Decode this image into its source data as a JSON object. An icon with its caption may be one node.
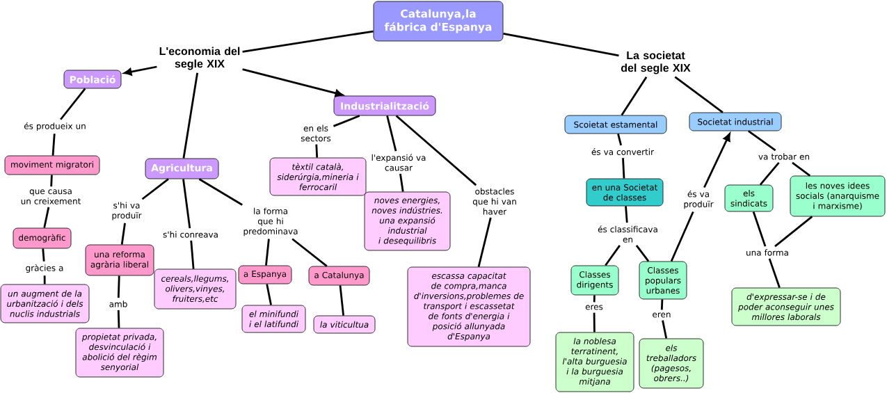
{
  "diagram": {
    "nodes": [
      {
        "text": [
          "Catalunya,la fábrica d'Espanya"
        ]
      },
      {
        "text": [
          "L'economia del segle XIX"
        ]
      },
      {
        "text": [
          "La societat del segle XIX"
        ]
      },
      {
        "text": [
          "Població"
        ]
      },
      {
        "text": [
          "Industrialització"
        ]
      },
      {
        "text": [
          "és produeix un"
        ]
      },
      {
        "text": [
          "moviment migratori"
        ]
      },
      {
        "text": [
          "Agricultura"
        ]
      },
      {
        "text": [
          "que causa un creixement"
        ]
      },
      {
        "text": [
          "demogràfic"
        ]
      },
      {
        "text": [
          "gràcies a"
        ]
      },
      {
        "text": [
          "un augment de la urbanització i dels nuclis industrials"
        ]
      },
      {
        "text": [
          "s'hi va produïr"
        ]
      },
      {
        "text": [
          "una reforma agrària liberal"
        ]
      },
      {
        "text": [
          "amb"
        ]
      },
      {
        "text": [
          "propietat privada, desvinculació i abolició del règim senyorial"
        ]
      },
      {
        "text": [
          "s'hi conreava"
        ]
      },
      {
        "text": [
          "cereals,llegums, olivers,vinyes, fruiters,etc"
        ]
      },
      {
        "text": [
          "la forma que hi predominava"
        ]
      },
      {
        "text": [
          "a Espanya"
        ]
      },
      {
        "text": [
          "el minifundi i el latifundi"
        ]
      },
      {
        "text": [
          "a Catalunya"
        ]
      },
      {
        "text": [
          "la viticultua"
        ]
      },
      {
        "text": [
          "en els sectors"
        ]
      },
      {
        "text": [
          "tèxtil català, siderúrgia,mineria i ferrocaril"
        ]
      },
      {
        "text": [
          "l'expansió va causar"
        ]
      },
      {
        "text": [
          "noves energies, noves indústries. una expansió industrial i desequilibris"
        ]
      },
      {
        "text": [
          "obstacles que hi van haver"
        ]
      },
      {
        "text": [
          "escassa capacitat de compra,manca d'inversions,problemes de transport i escassetat de fonts d'energia i posició allunyada d'Espanya"
        ]
      },
      {
        "text": [
          "Scoietat estamental"
        ]
      },
      {
        "text": [
          "Societat industrial"
        ]
      },
      {
        "text": [
          "és va convertir"
        ]
      },
      {
        "text": [
          "en una Societat de classes"
        ]
      },
      {
        "text": [
          "és va produïr"
        ]
      },
      {
        "text": [
          "va trobar en"
        ]
      },
      {
        "text": [
          "els sindicats"
        ]
      },
      {
        "text": [
          "les noves idees socials (anarquisme i marxisme)"
        ]
      },
      {
        "text": [
          "és classificava en"
        ]
      },
      {
        "text": [
          "Classes dirigents"
        ]
      },
      {
        "text": [
          "Classes populars urbanes"
        ]
      },
      {
        "text": [
          "una forma"
        ]
      },
      {
        "text": [
          "d'expressar-se i de poder aconseguir unes millores laborals"
        ]
      },
      {
        "text": [
          "eres"
        ]
      },
      {
        "text": [
          "eren"
        ]
      },
      {
        "text": [
          "la noblesa terratinent, l'alta burguesia i la burguesia mitjana"
        ]
      },
      {
        "text": [
          "els treballadors (pagesos, obrers..)"
        ]
      }
    ],
    "edges": [
      {
        "from": 0,
        "to": 1,
        "arrow": "none"
      },
      {
        "from": 0,
        "to": 2,
        "arrow": "none"
      },
      {
        "from": 1,
        "to": 3,
        "arrow": "to"
      },
      {
        "from": 1,
        "to": 7,
        "arrow": "none"
      },
      {
        "from": 1,
        "to": 4,
        "arrow": "to"
      },
      {
        "from": 3,
        "to": 5,
        "arrow": "none"
      },
      {
        "from": 5,
        "to": 6,
        "arrow": "none"
      },
      {
        "from": 6,
        "to": 8,
        "arrow": "none"
      },
      {
        "from": 8,
        "to": 9,
        "arrow": "none"
      },
      {
        "from": 9,
        "to": 10,
        "arrow": "none"
      },
      {
        "from": 10,
        "to": 11,
        "arrow": "none"
      },
      {
        "from": 7,
        "to": 12,
        "arrow": "none"
      },
      {
        "from": 12,
        "to": 13,
        "arrow": "none"
      },
      {
        "from": 13,
        "to": 14,
        "arrow": "none"
      },
      {
        "from": 14,
        "to": 15,
        "arrow": "none"
      },
      {
        "from": 7,
        "to": 16,
        "arrow": "none"
      },
      {
        "from": 16,
        "to": 17,
        "arrow": "none"
      },
      {
        "from": 7,
        "to": 18,
        "arrow": "none"
      },
      {
        "from": 18,
        "to": 19,
        "arrow": "none"
      },
      {
        "from": 18,
        "to": 21,
        "arrow": "none"
      },
      {
        "from": 19,
        "to": 20,
        "arrow": "none"
      },
      {
        "from": 21,
        "to": 22,
        "arrow": "none"
      },
      {
        "from": 4,
        "to": 23,
        "arrow": "none"
      },
      {
        "from": 23,
        "to": 24,
        "arrow": "none"
      },
      {
        "from": 4,
        "to": 25,
        "arrow": "none"
      },
      {
        "from": 25,
        "to": 26,
        "arrow": "none"
      },
      {
        "from": 4,
        "to": 27,
        "arrow": "none"
      },
      {
        "from": 27,
        "to": 28,
        "arrow": "none"
      },
      {
        "from": 2,
        "to": 29,
        "arrow": "none"
      },
      {
        "from": 2,
        "to": 30,
        "arrow": "none"
      },
      {
        "from": 29,
        "to": 31,
        "arrow": "none"
      },
      {
        "from": 31,
        "to": 32,
        "arrow": "none"
      },
      {
        "from": 32,
        "to": 37,
        "arrow": "none"
      },
      {
        "from": 37,
        "to": 38,
        "arrow": "none"
      },
      {
        "from": 37,
        "to": 39,
        "arrow": "none"
      },
      {
        "from": 38,
        "to": 42,
        "arrow": "none"
      },
      {
        "from": 42,
        "to": 44,
        "arrow": "none"
      },
      {
        "from": 39,
        "to": 43,
        "arrow": "none"
      },
      {
        "from": 43,
        "to": 45,
        "arrow": "none"
      },
      {
        "from": 39,
        "to": 33,
        "arrow": "none"
      },
      {
        "from": 33,
        "to": 30,
        "arrow": "to"
      },
      {
        "from": 30,
        "to": 34,
        "arrow": "none"
      },
      {
        "from": 34,
        "to": 35,
        "arrow": "none"
      },
      {
        "from": 34,
        "to": 36,
        "arrow": "none"
      },
      {
        "from": 35,
        "to": 40,
        "arrow": "none"
      },
      {
        "from": 36,
        "to": 40,
        "arrow": "none"
      },
      {
        "from": 40,
        "to": 41,
        "arrow": "none"
      }
    ]
  }
}
